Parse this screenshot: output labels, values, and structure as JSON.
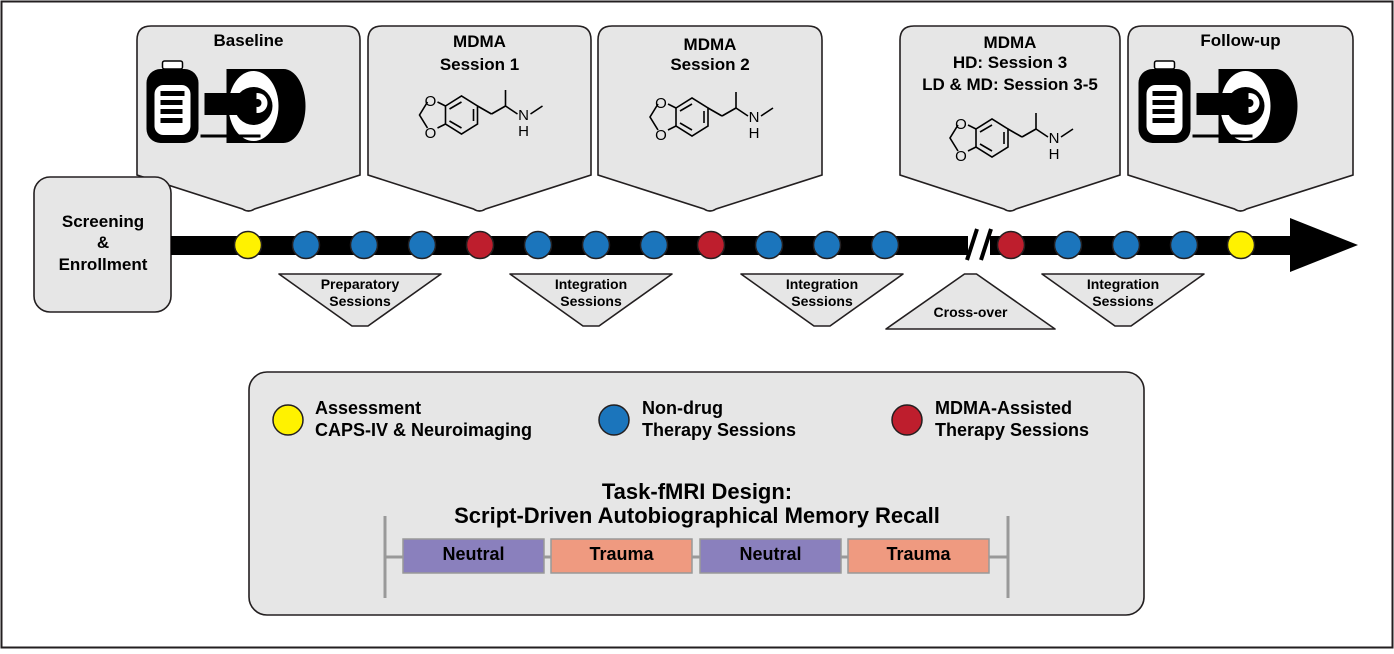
{
  "stages": [
    {
      "id": "baseline",
      "title": [
        "Baseline"
      ],
      "icon": "clipboard-scanner-icon"
    },
    {
      "id": "session1",
      "title": [
        "MDMA",
        "Session 1"
      ],
      "icon": "mdma-molecule-icon"
    },
    {
      "id": "session2",
      "title": [
        "MDMA",
        "Session 2"
      ],
      "icon": "mdma-molecule-icon"
    },
    {
      "id": "session3",
      "title": [
        "MDMA",
        "HD: Session 3",
        "LD & MD: Session 3-5"
      ],
      "icon": "mdma-molecule-icon"
    },
    {
      "id": "followup",
      "title": [
        "Follow-up"
      ],
      "icon": "clipboard-scanner-icon"
    }
  ],
  "screening": [
    "Screening",
    "&",
    "Enrollment"
  ],
  "timeline": {
    "dots": [
      "assessment",
      "nondrug",
      "nondrug",
      "nondrug",
      "mdma",
      "nondrug",
      "nondrug",
      "nondrug",
      "mdma",
      "nondrug",
      "nondrug",
      "nondrug",
      "mdma",
      "nondrug",
      "nondrug",
      "nondrug",
      "assessment"
    ],
    "colors": {
      "assessment": "#fff200",
      "nondrug": "#1b75bc",
      "mdma": "#be1e2d"
    }
  },
  "phases": [
    {
      "lines": [
        "Preparatory",
        "Sessions"
      ]
    },
    {
      "lines": [
        "Integration",
        "Sessions"
      ]
    },
    {
      "lines": [
        "Integration",
        "Sessions"
      ]
    },
    {
      "lines": [
        "Cross-over"
      ]
    },
    {
      "lines": [
        "Integration",
        "Sessions"
      ]
    }
  ],
  "legend": [
    {
      "type": "assessment",
      "lines": [
        "Assessment",
        "CAPS-IV & Neuroimaging"
      ]
    },
    {
      "type": "nondrug",
      "lines": [
        "Non-drug",
        "Therapy Sessions"
      ]
    },
    {
      "type": "mdma",
      "lines": [
        "MDMA-Assisted",
        "Therapy Sessions"
      ]
    }
  ],
  "design": {
    "title": [
      "Task-fMRI Design:",
      "Script-Driven Autobiographical Memory Recall"
    ],
    "blocks": [
      {
        "label": "Neutral",
        "type": "neutral"
      },
      {
        "label": "Trauma",
        "type": "trauma"
      },
      {
        "label": "Neutral",
        "type": "neutral"
      },
      {
        "label": "Trauma",
        "type": "trauma"
      }
    ],
    "colors": {
      "neutral": "#8a80bd",
      "trauma": "#ef9a80"
    }
  }
}
